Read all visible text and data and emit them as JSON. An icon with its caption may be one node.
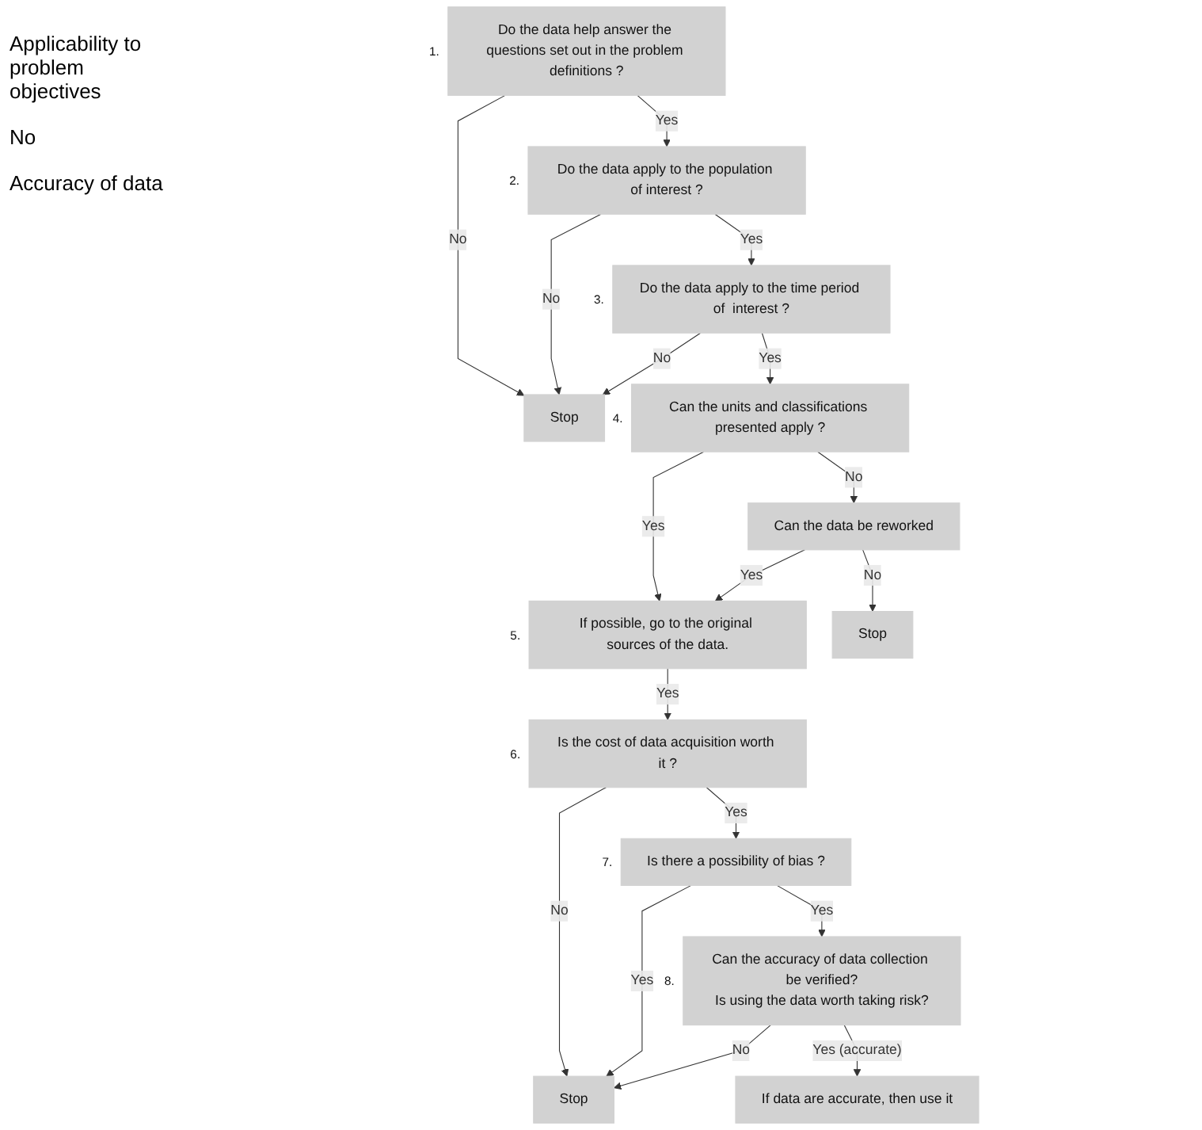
{
  "diagram": {
    "nodes": [
      {
        "text": [
          "Do the data help answer the questions set out in the problem definitions ?"
        ],
        "beside": [
          "1."
        ]
      },
      {
        "text": [
          "Do the data apply to the population of interest ?"
        ],
        "beside": [
          "2."
        ]
      },
      {
        "text": [
          "Stop"
        ]
      },
      {
        "text": [
          "Do the data apply to the time period of  interest ?"
        ],
        "beside": [
          "3."
        ]
      },
      {
        "text": [
          "Can the units and classifications presented apply ?"
        ],
        "beside": [
          "4."
        ]
      },
      {
        "text": [
          "Can the data be reworked"
        ]
      },
      {
        "text": [
          "If possible, go to the original sources of the data."
        ],
        "beside": [
          "5."
        ]
      },
      {
        "text": [
          "Stop"
        ]
      },
      {
        "text": [
          "Is the cost of data acquisition worth it ?"
        ],
        "beside": [
          "6."
        ]
      },
      {
        "text": [
          "Is there a possibility of bias ?"
        ],
        "beside": [
          "7."
        ]
      },
      {
        "text": [
          "Stop"
        ]
      },
      {
        "text": [
          "Can the accuracy of data collection be verified?",
          "Is using the data worth taking risk?"
        ],
        "beside": [
          "8."
        ]
      },
      {
        "text": [
          "If data are accurate, then use it"
        ]
      }
    ],
    "edges": [
      {
        "from": 0,
        "to": 1,
        "arrow": "to",
        "label": "Yes"
      },
      {
        "from": 0,
        "to": 2,
        "arrow": "to",
        "label": "No"
      },
      {
        "from": 1,
        "to": 3,
        "arrow": "to",
        "label": "Yes"
      },
      {
        "from": 1,
        "to": 2,
        "arrow": "to",
        "label": "No"
      },
      {
        "from": 3,
        "to": 4,
        "arrow": "to",
        "label": "Yes"
      },
      {
        "from": 3,
        "to": 2,
        "arrow": "to",
        "label": "No"
      },
      {
        "from": 4,
        "to": 6,
        "arrow": "to",
        "label": "Yes"
      },
      {
        "from": 4,
        "to": 5,
        "arrow": "to",
        "label": "No"
      },
      {
        "from": 5,
        "to": 6,
        "arrow": "to",
        "label": "Yes"
      },
      {
        "from": 5,
        "to": 7,
        "arrow": "to",
        "label": "No"
      },
      {
        "from": 6,
        "to": 8,
        "arrow": "to",
        "label": "Yes"
      },
      {
        "from": 8,
        "to": 10,
        "arrow": "to",
        "label": "No"
      },
      {
        "from": 8,
        "to": 9,
        "arrow": "to",
        "label": "Yes"
      },
      {
        "from": 9,
        "to": 10,
        "arrow": "to",
        "label": "Yes"
      },
      {
        "from": 9,
        "to": 11,
        "arrow": "to",
        "label": "Yes"
      },
      {
        "from": 11,
        "to": 10,
        "arrow": "to",
        "label": "No"
      },
      {
        "from": 11,
        "to": 12,
        "arrow": "to",
        "label": "Yes (accurate)"
      }
    ],
    "labels": [
      "Applicability to problem objectives",
      "No",
      "Accuracy of data"
    ]
  }
}
